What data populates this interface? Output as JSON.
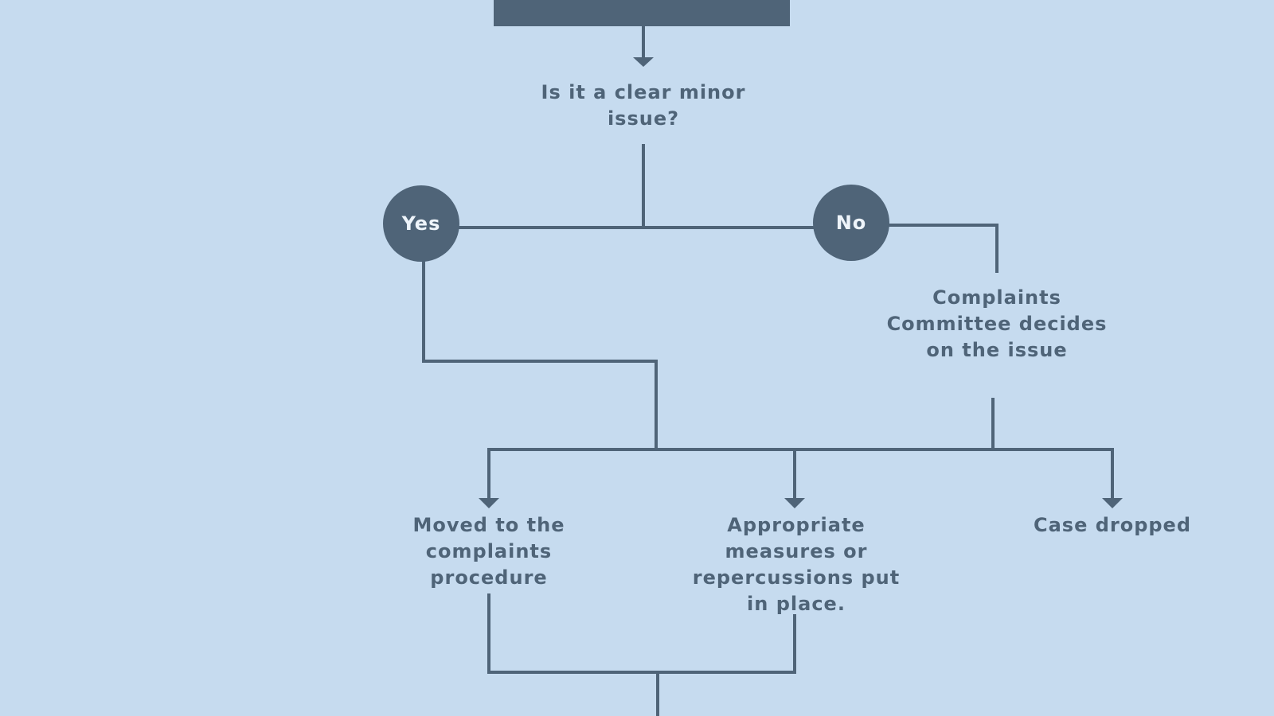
{
  "nodes": {
    "question": "Is it a clear minor issue?",
    "yes": "Yes",
    "no": "No",
    "committee": "Complaints Committee decides on the issue",
    "moved": "Moved to the complaints procedure",
    "measures": "Appropriate measures or repercussions put in place.",
    "dropped": "Case dropped"
  },
  "colors": {
    "background": "#c6dbef",
    "line": "#4f6478",
    "node_fill": "#4f6478",
    "node_text": "#eef4fa"
  }
}
